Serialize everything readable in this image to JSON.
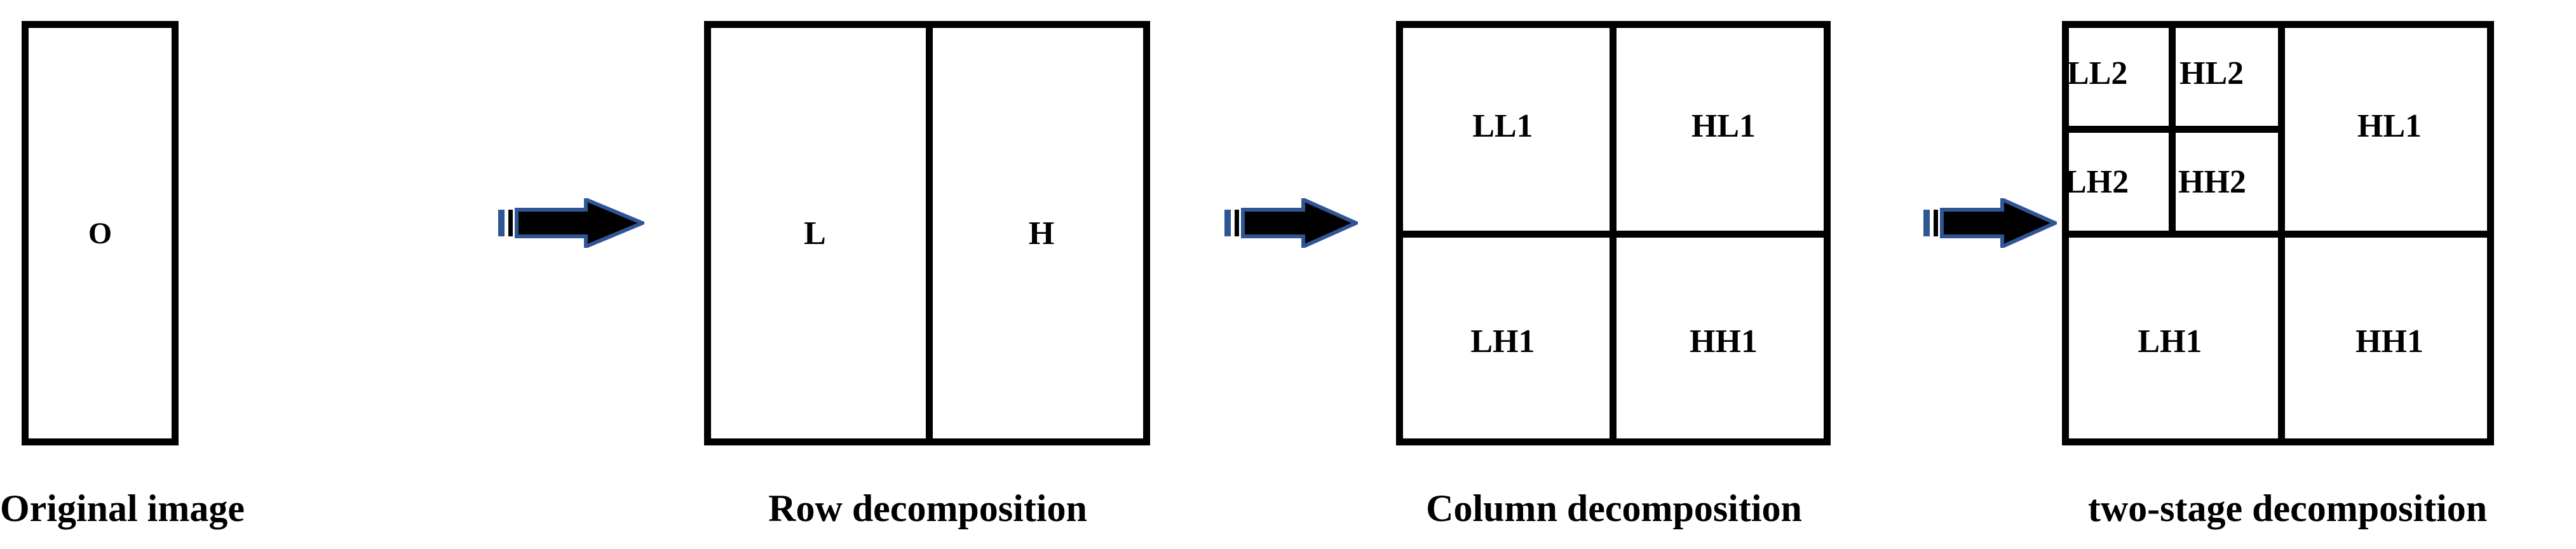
{
  "figure": {
    "type": "diagram",
    "subject": "two-stage wavelet decomposition of an image",
    "background_color": "#ffffff",
    "line_color": "#000000",
    "arrow_outline_color": "#2f5597",
    "arrow_fill_color": "#000000"
  },
  "panels": [
    {
      "id": "original",
      "caption": "Original image",
      "cells": [
        {
          "label": "O"
        }
      ]
    },
    {
      "id": "row",
      "caption": "Row decomposition",
      "cells": [
        {
          "label": "L"
        },
        {
          "label": "H"
        }
      ]
    },
    {
      "id": "column",
      "caption": "Column decomposition",
      "cells": [
        {
          "label": "LL1"
        },
        {
          "label": "HL1"
        },
        {
          "label": "LH1"
        },
        {
          "label": "HH1"
        }
      ]
    },
    {
      "id": "two-stage",
      "caption": "two-stage decomposition",
      "cells": [
        {
          "label": "LL2"
        },
        {
          "label": "HL2"
        },
        {
          "label": "LH2"
        },
        {
          "label": "HH2"
        },
        {
          "label": "HL1"
        },
        {
          "label": "LH1"
        },
        {
          "label": "HH1"
        }
      ]
    }
  ],
  "arrows": [
    {
      "id": "arrow-1",
      "direction": "right",
      "from": "original",
      "to": "row"
    },
    {
      "id": "arrow-2",
      "direction": "right",
      "from": "row",
      "to": "column"
    },
    {
      "id": "arrow-3",
      "direction": "right",
      "from": "column",
      "to": "two-stage"
    }
  ]
}
